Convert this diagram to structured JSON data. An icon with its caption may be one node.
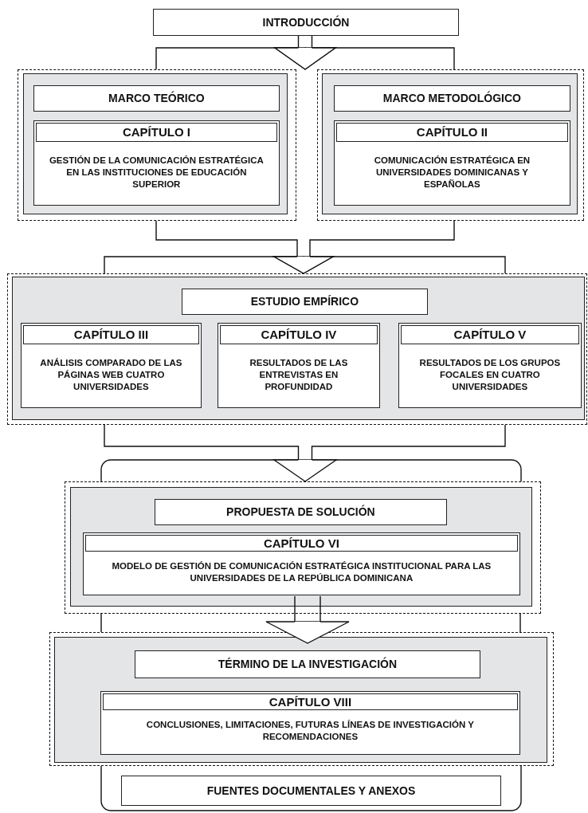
{
  "diagram": {
    "nodes": [
      {
        "text": [
          "INTRODUCCIÓN"
        ]
      },
      {
        "text": [],
        "shape": "box"
      },
      {
        "text": [
          "MARCO TEÓRICO"
        ],
        "in": 1
      },
      {
        "text": [
          "CAPÍTULO I",
          "GESTIÓN DE LA COMUNICACIÓN ESTRATÉGICA EN LAS INSTITUCIONES DE EDUCACIÓN SUPERIOR"
        ],
        "in": 1
      },
      {
        "text": [],
        "shape": "box"
      },
      {
        "text": [
          "MARCO METODOLÓGICO"
        ],
        "in": 4
      },
      {
        "text": [
          "CAPÍTULO II",
          "COMUNICACIÓN ESTRATÉGICA EN UNIVERSIDADES DOMINICANAS Y ESPAÑOLAS"
        ],
        "in": 4
      },
      {
        "text": [],
        "shape": "box"
      },
      {
        "text": [
          "ESTUDIO EMPÍRICO"
        ],
        "in": 7
      },
      {
        "text": [
          "CAPÍTULO III",
          "ANÁLISIS COMPARADO DE LAS PÁGINAS WEB CUATRO UNIVERSIDADES"
        ],
        "in": 7
      },
      {
        "text": [
          "CAPÍTULO IV",
          "RESULTADOS DE LAS ENTREVISTAS EN PROFUNDIDAD"
        ],
        "in": 7
      },
      {
        "text": [
          "CAPÍTULO V",
          "RESULTADOS DE LOS GRUPOS FOCALES EN CUATRO UNIVERSIDADES"
        ],
        "in": 7
      },
      {
        "text": [],
        "shape": "box"
      },
      {
        "text": [
          "PROPUESTA DE SOLUCIÓN"
        ],
        "in": 12
      },
      {
        "text": [
          "CAPÍTULO VI",
          "MODELO DE GESTIÓN DE COMUNICACIÓN ESTRATÉGICA INSTITUCIONAL PARA LAS UNIVERSIDADES DE LA REPÚBLICA DOMINICANA"
        ],
        "in": 12
      },
      {
        "text": [],
        "shape": "box"
      },
      {
        "text": [
          "TÉRMINO DE LA INVESTIGACIÓN"
        ],
        "in": 15
      },
      {
        "text": [
          "CAPÍTULO VIII",
          "CONCLUSIONES, LIMITACIONES, FUTURAS LÍNEAS DE INVESTIGACIÓN Y RECOMENDACIONES"
        ],
        "in": 15
      },
      {
        "text": [
          "FUENTES DOCUMENTALES Y ANEXOS"
        ]
      }
    ],
    "edges": [
      {
        "from": 0,
        "to": 1,
        "arrow": "to"
      },
      {
        "from": 0,
        "to": 4,
        "arrow": "to"
      },
      {
        "from": 1,
        "to": 7,
        "arrow": "to"
      },
      {
        "from": 4,
        "to": 7,
        "arrow": "to"
      },
      {
        "from": 7,
        "to": 12,
        "arrow": "to"
      },
      {
        "from": 14,
        "to": 15,
        "arrow": "to"
      }
    ]
  }
}
